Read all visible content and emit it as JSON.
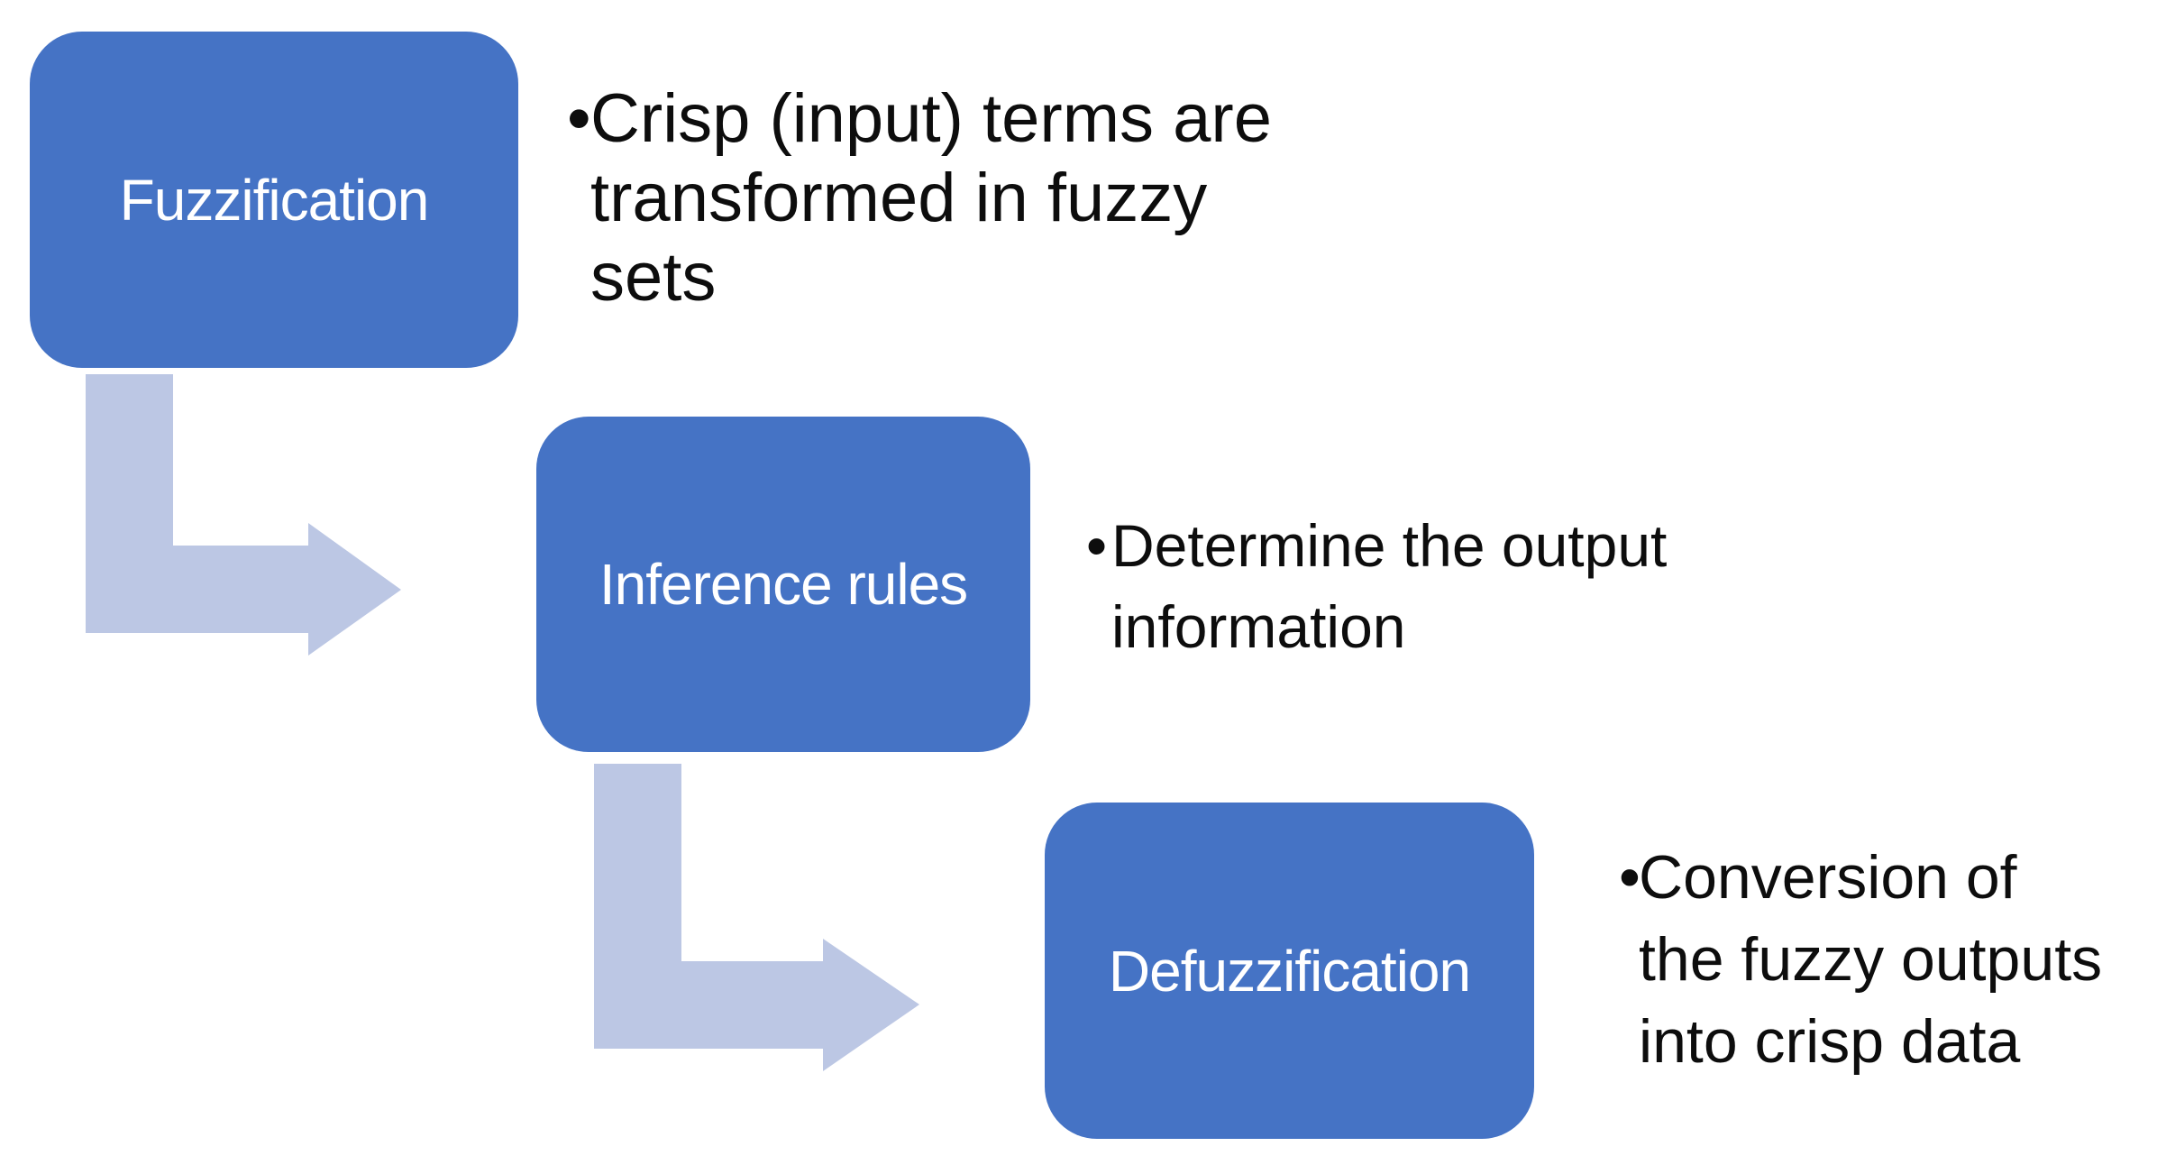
{
  "diagram": {
    "type": "step-down-process",
    "bullet_char": "•",
    "colors": {
      "box_fill": "#4573C5",
      "arrow_fill": "#BCC7E4",
      "box_text": "#ffffff",
      "bullet_text": "#0d0d0d",
      "background": "#ffffff"
    },
    "steps": [
      {
        "label": "Fuzzification",
        "bullet_lines": [
          "Crisp (input) terms are",
          "transformed in fuzzy",
          "sets"
        ]
      },
      {
        "label": "Inference rules",
        "bullet_lines": [
          "Determine the output",
          "information"
        ]
      },
      {
        "label": "Defuzzification",
        "bullet_lines": [
          "Conversion of",
          "the fuzzy outputs",
          "into crisp data"
        ]
      }
    ]
  }
}
